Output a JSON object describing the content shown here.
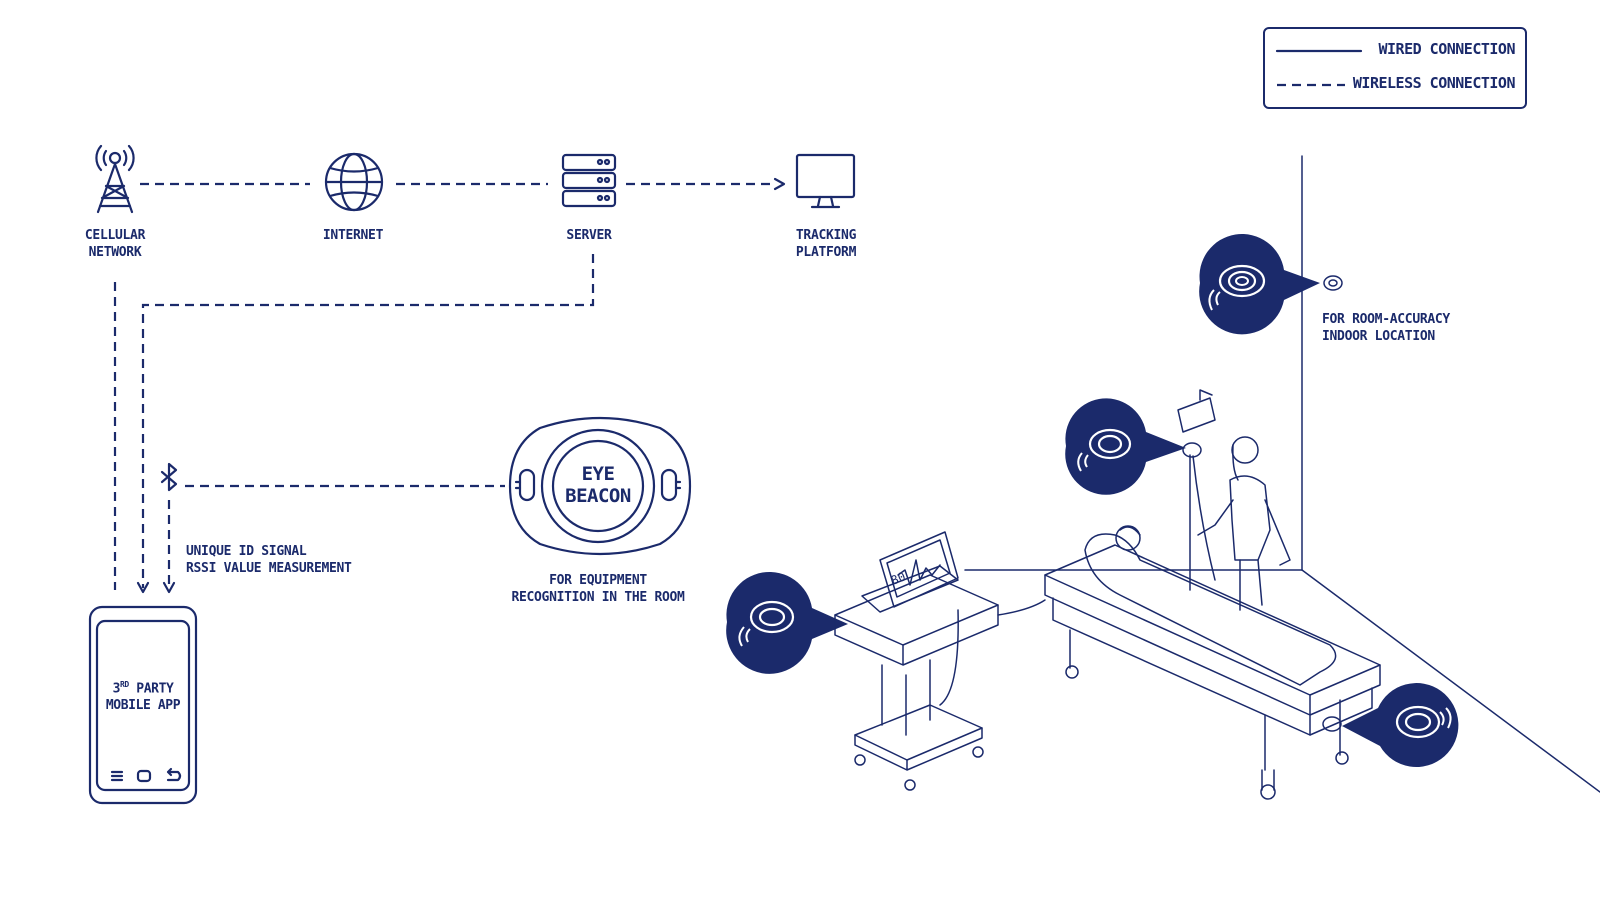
{
  "legend": {
    "wired_label": "WIRED CONNECTION",
    "wireless_label": "WIRELESS CONNECTION"
  },
  "nodes": {
    "cellular": [
      "CELLULAR",
      "NETWORK"
    ],
    "internet": "INTERNET",
    "server": "SERVER",
    "tracking": [
      "TRACKING",
      "PLATFORM"
    ]
  },
  "bluetooth_note": [
    "UNIQUE ID SIGNAL",
    "RSSI VALUE MEASUREMENT"
  ],
  "beacon": {
    "line1": "EYE",
    "line2": "BEACON",
    "caption": [
      "FOR EQUIPMENT",
      "RECOGNITION IN THE ROOM"
    ]
  },
  "phone": {
    "ordinal": "3",
    "ordinal_suffix": "RD",
    "line1_rest": " PARTY",
    "line2": "MOBILE APP"
  },
  "room_caption": [
    "FOR ROOM-ACCURACY",
    "INDOOR LOCATION"
  ],
  "monitor_reading": "80",
  "colors": {
    "navy": "#1b2a6b",
    "background": "#ffffff"
  }
}
